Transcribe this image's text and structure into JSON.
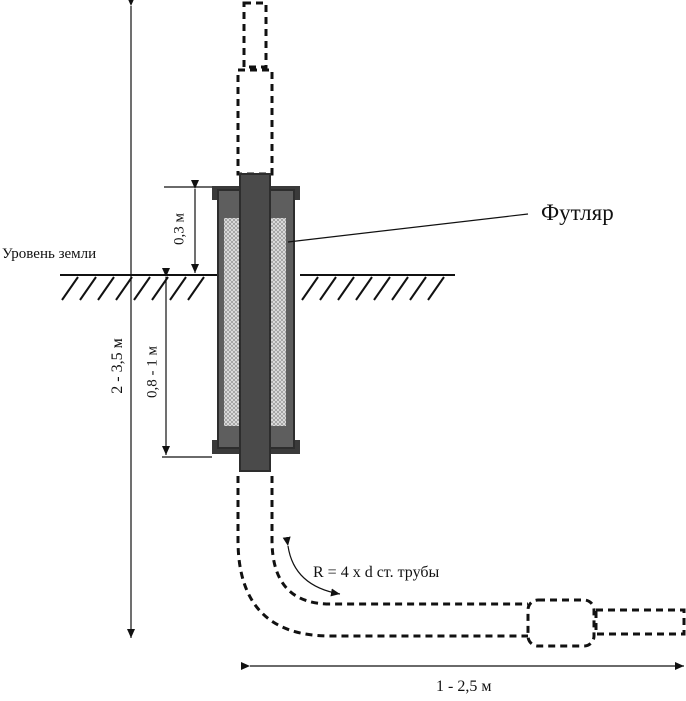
{
  "diagram": {
    "labels": {
      "ground_level": "Уровень земли",
      "casing": "Футляр",
      "bend_radius": "R = 4 x d ст. трубы",
      "depth_above_ground": "0,3 м",
      "depth_below_ground": "0,8 - 1 м",
      "total_depth": "2 - 3,5 м",
      "horizontal_length": "1 - 2,5 м"
    },
    "colors": {
      "casing_outer": "#3a3a3a",
      "casing_inner": "#5e5e5e",
      "pipe": "#4a4a4a",
      "mesh": "#bdbdbd",
      "line": "#111111"
    }
  }
}
